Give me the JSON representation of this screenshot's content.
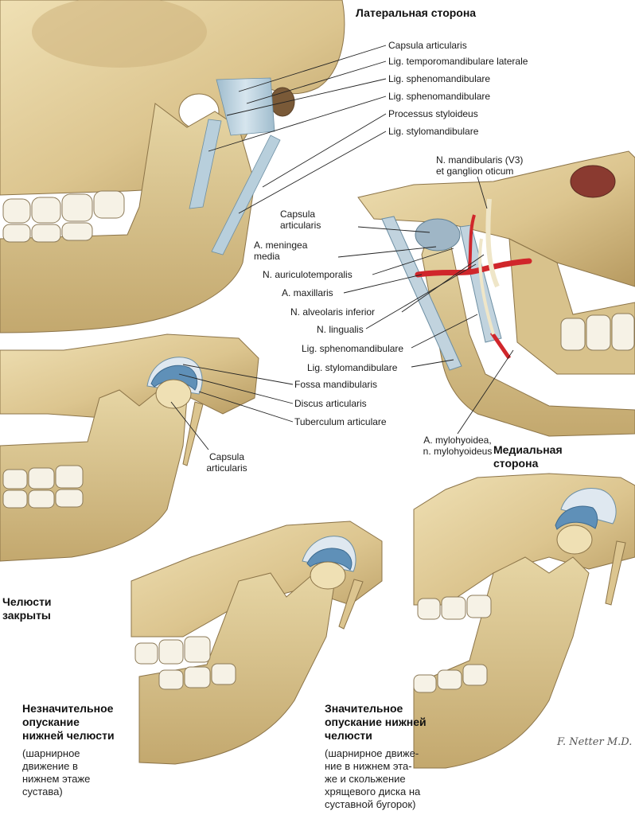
{
  "panels": {
    "lateral": {
      "title": "Латеральная сторона",
      "labels": [
        "Capsula articularis",
        "Lig. temporomandibulare laterale",
        "Lig. sphenomandibulare",
        "Lig. sphenomandibulare",
        "Processus styloideus",
        "Lig. stylomandibulare"
      ]
    },
    "medial": {
      "title_line1": "Медиальная",
      "title_line2": "сторона",
      "nerve_line1": "N. mandibularis (V3)",
      "nerve_line2": "et ganglion oticum",
      "capsula_line1": "Capsula",
      "capsula_line2": "articularis",
      "meningea_line1": "A. meningea",
      "meningea_line2": "media",
      "auriculo": "N. auriculotemporalis",
      "maxillaris": "A. maxillaris",
      "alveolaris": "N. alveolaris inferior",
      "lingualis": "N. lingualis",
      "spheno": "Lig. sphenomandibulare",
      "stylo": "Lig. stylomandibulare",
      "mylo_line1": "A. mylohyoidea,",
      "mylo_line2": "n. mylohyoideus"
    },
    "closed": {
      "title_line1": "Челюсти",
      "title_line2": "закрыты",
      "fossa": "Fossa mandibularis",
      "discus": "Discus articularis",
      "tuberculum": "Tuberculum articulare",
      "capsula_line1": "Capsula",
      "capsula_line2": "articularis"
    },
    "slight": {
      "title_line1": "Незначительное",
      "title_line2": "опускание",
      "title_line3": "нижней челюсти",
      "note_line1": "(шарнирное",
      "note_line2": "движение в",
      "note_line3": "нижнем этаже",
      "note_line4": "сустава)"
    },
    "wide": {
      "title_line1": "Значительное",
      "title_line2": "опускание нижней",
      "title_line3": "челюсти",
      "note_line1": "(шарнирное движе-",
      "note_line2": "ние в нижнем эта-",
      "note_line3": "же и скольжение",
      "note_line4": "хрящевого диска на",
      "note_line5": "суставной бугорок)"
    }
  },
  "signature": "F. Netter M.D.",
  "colors": {
    "bone": "#e2cf9c",
    "bone_dark": "#b89c63",
    "bone_shadow": "#8c7448",
    "ligament": "#b8cfdc",
    "disc": "#5f90b8",
    "cartilage": "#bfd8ec",
    "artery": "#d0262b",
    "nerve": "#f2ecd2",
    "tooth": "#f6f2e6",
    "leader": "#222222"
  }
}
